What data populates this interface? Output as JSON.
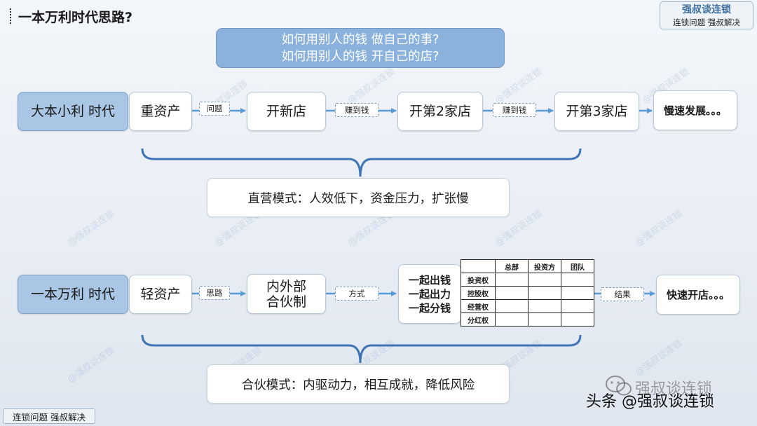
{
  "header": {
    "title": "一本万利时代思路?"
  },
  "brand": {
    "line1": "强叔谈连锁",
    "line2": "连锁问题 强叔解决"
  },
  "question": {
    "line1": "如何用别人的钱  做自己的事?",
    "line2": "如何用别人的钱  开自己的店?"
  },
  "row1": {
    "era": "大本小利 时代",
    "asset": "重资产",
    "tag1": "问题",
    "step1": "开新店",
    "tag2": "赚到钱",
    "step2": "开第2家店",
    "tag3": "赚到钱",
    "step3": "开第3家店",
    "result": "慢速发展。。。",
    "summary": "直营模式：人效低下，资金压力，扩张慢"
  },
  "row2": {
    "era": "一本万利 时代",
    "asset": "轻资产",
    "tag1": "思路",
    "step1_line1": "内外部",
    "step1_line2": "合伙制",
    "tag2": "方式",
    "together1": "一起出钱",
    "together2": "一起出力",
    "together3": "一起分钱",
    "table": {
      "columns": [
        "总部",
        "投资方",
        "团队"
      ],
      "rows": [
        "投资权",
        "控股权",
        "经营权",
        "分红权"
      ]
    },
    "tag3": "结果",
    "result": "快速开店。。。",
    "summary": "合伙模式：内驱动力，相互成就，降低风险"
  },
  "footer": {
    "label": "连锁问题 强叔解决"
  },
  "watermark": {
    "text": "@强叔谈连锁",
    "logo_main": "头条 @强叔谈连锁",
    "logo_ghost": "强叔谈连锁"
  },
  "colors": {
    "accent": "#5b9bd5",
    "era_fill": "#a9c6e4",
    "question_fill": "#8ab2dc"
  }
}
